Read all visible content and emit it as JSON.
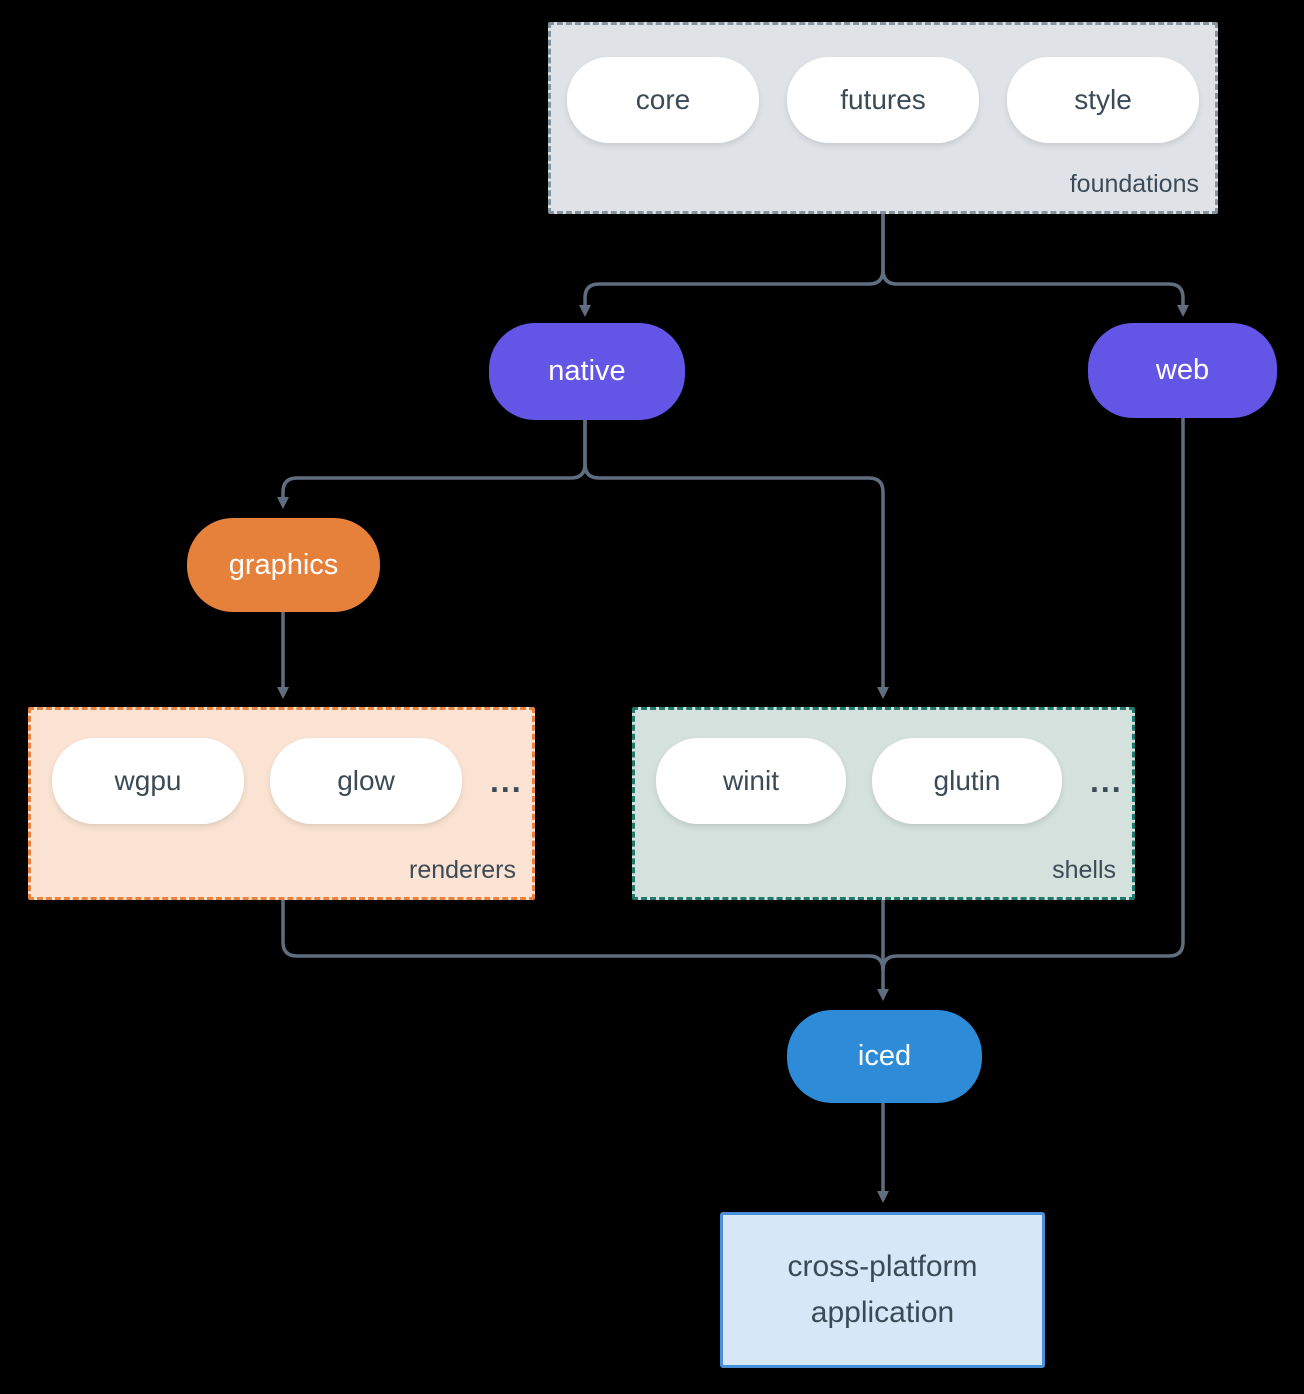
{
  "colors": {
    "background": "#000000",
    "connector": "#5f6e7e",
    "purple": "#6355e6",
    "orange": "#e6813c",
    "blue": "#2d8bd8",
    "foundations_fill": "#dfe3e7",
    "foundations_border": "#84939f",
    "renderers_fill": "#fae3d2",
    "renderers_border": "#e8823d",
    "shells_fill": "#d4e1dc",
    "shells_border": "#20796b",
    "app_fill": "#d6e7f8",
    "app_border": "#4a90d9",
    "pill_text": "#3b4a55"
  },
  "foundations": {
    "label": "foundations",
    "items": [
      {
        "label": "core"
      },
      {
        "label": "futures"
      },
      {
        "label": "style"
      }
    ]
  },
  "native": {
    "label": "native"
  },
  "web": {
    "label": "web"
  },
  "graphics": {
    "label": "graphics"
  },
  "renderers": {
    "label": "renderers",
    "items": [
      {
        "label": "wgpu"
      },
      {
        "label": "glow"
      }
    ],
    "more": "..."
  },
  "shells": {
    "label": "shells",
    "items": [
      {
        "label": "winit"
      },
      {
        "label": "glutin"
      }
    ],
    "more": "..."
  },
  "iced": {
    "label": "iced"
  },
  "application": {
    "label": "cross-platform application"
  }
}
